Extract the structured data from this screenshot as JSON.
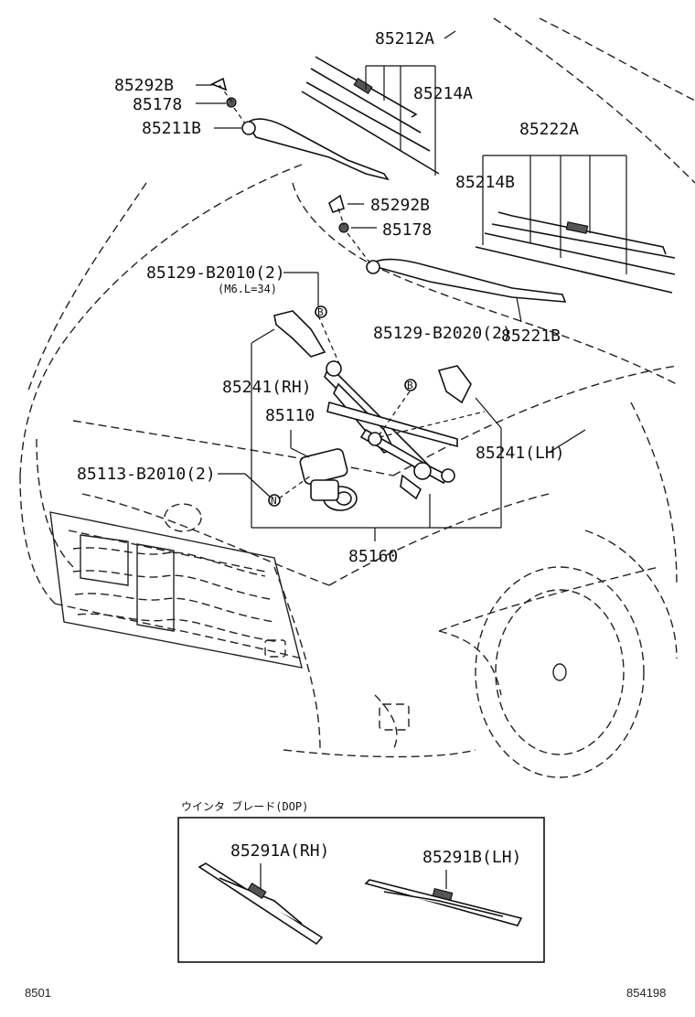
{
  "labels": {
    "p85212A": "85212A",
    "p85214A": "85214A",
    "p85292B_top": "85292B",
    "p85178_top": "85178",
    "p85211B": "85211B",
    "p85222A": "85222A",
    "p85214B": "85214B",
    "p85292B_mid": "85292B",
    "p85178_mid": "85178",
    "p85129_B2010": "85129-B2010(2)",
    "p85129_note": "(M6.L=34)",
    "p85129_B2020": "85129-B2020(2)",
    "p85221B": "85221B",
    "p85241_RH": "85241(RH)",
    "p85110": "85110",
    "p85241_LH": "85241(LH)",
    "p85113_B2010": "85113-B2010(2)",
    "p85160": "85160",
    "marker_B1": "B",
    "marker_B2": "B",
    "marker_N": "N"
  },
  "inset": {
    "title": "ウインタ ブレード(DOP)",
    "rh_label": "85291A(RH)",
    "lh_label": "85291B(LH)"
  },
  "footer": {
    "left_code": "8501",
    "right_code": "854198"
  }
}
